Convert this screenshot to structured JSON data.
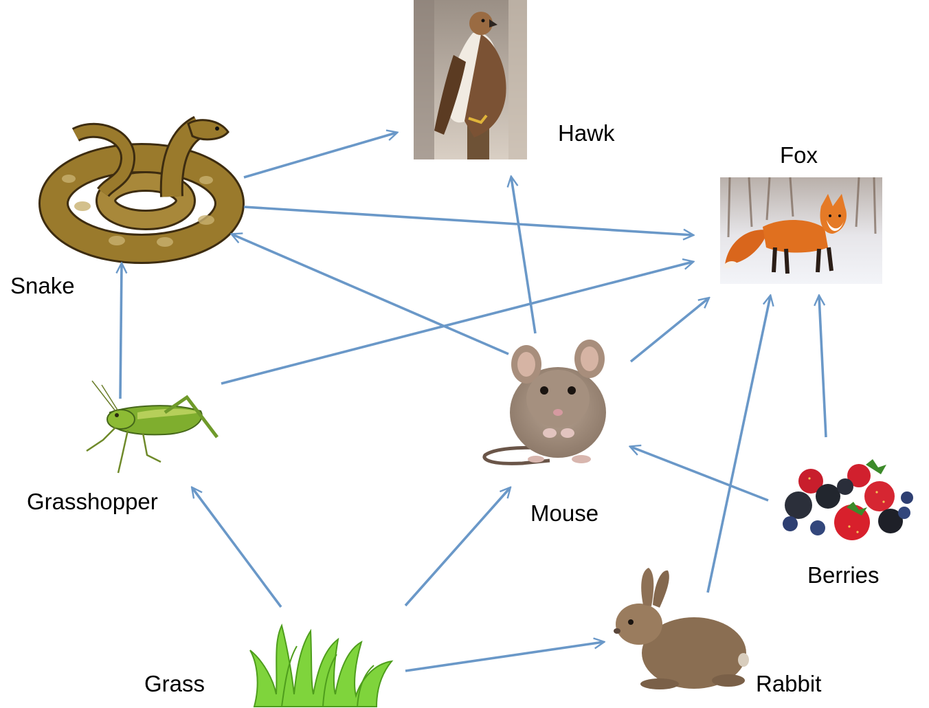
{
  "colors": {
    "arrow": "#6a98c8",
    "background": "#ffffff",
    "label": "#000000"
  },
  "organisms": {
    "hawk": "Hawk",
    "fox": "Fox",
    "snake": "Snake",
    "grasshopper": "Grasshopper",
    "mouse": "Mouse",
    "berries": "Berries",
    "grass": "Grass",
    "rabbit": "Rabbit"
  },
  "links": [
    {
      "from": "snake",
      "to": "hawk"
    },
    {
      "from": "snake",
      "to": "fox"
    },
    {
      "from": "mouse",
      "to": "snake"
    },
    {
      "from": "mouse",
      "to": "hawk"
    },
    {
      "from": "mouse",
      "to": "fox"
    },
    {
      "from": "grasshopper",
      "to": "snake"
    },
    {
      "from": "grasshopper",
      "to": "fox"
    },
    {
      "from": "berries",
      "to": "mouse"
    },
    {
      "from": "berries",
      "to": "fox"
    },
    {
      "from": "grass",
      "to": "grasshopper"
    },
    {
      "from": "grass",
      "to": "mouse"
    },
    {
      "from": "grass",
      "to": "rabbit"
    },
    {
      "from": "rabbit",
      "to": "fox"
    }
  ]
}
